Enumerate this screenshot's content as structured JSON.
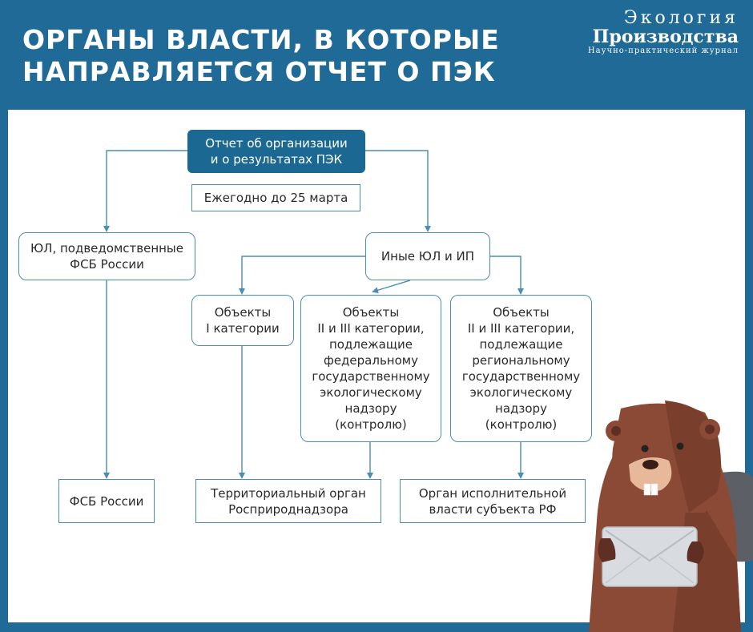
{
  "header": {
    "title": "ОРГАНЫ ВЛАСТИ, В КОТОРЫЕ\nНАПРАВЛЯЕТСЯ ОТЧЕТ О ПЭК"
  },
  "logo": {
    "top": "Экология",
    "main": "Производства",
    "sub": "Научно-практический журнал"
  },
  "diagram": {
    "root": "Отчет об организации\nи о результатах ПЭК",
    "deadline": "Ежегодно до 25 марта",
    "fsb_orgs": "ЮЛ, подведомственные\nФСБ России",
    "other_orgs": "Иные ЮЛ и ИП",
    "cat1": "Объекты\nI категории",
    "cat23_federal": "Объекты\nII и III категории,\nподлежащие\nфедеральному\nгосударственному\nэкологическому\nнадзору\n(контролю)",
    "cat23_regional": "Объекты\nII и III категории,\nподлежащие\nрегиональному\nгосударственному\nэкологическому\nнадзору\n(контролю)",
    "fsb": "ФСБ России",
    "rpn": "Территориальный орган\nРосприроднадзора",
    "regional_authority": "Орган исполнительной\nвласти субъекта РФ"
  },
  "colors": {
    "background": "#1f6a96",
    "box_border": "#4a8fb1",
    "root_fill": "#1b6892",
    "beaver": "#8b4a35"
  },
  "icons": {
    "mascot": "beaver-mascot-icon",
    "envelope": "envelope-icon"
  }
}
